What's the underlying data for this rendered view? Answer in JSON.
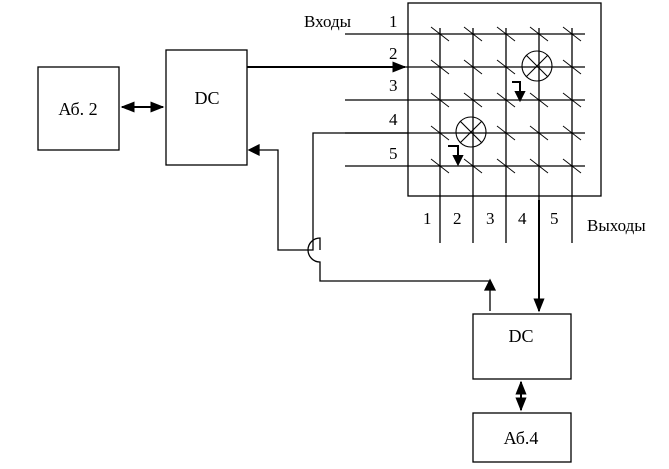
{
  "blocks": {
    "ab2": {
      "label": "Аб. 2"
    },
    "dc_left": {
      "label": "DC"
    },
    "dc_bottom": {
      "label": "DC"
    },
    "ab4": {
      "label": "Аб.4"
    }
  },
  "matrix": {
    "inputs_title": "Входы",
    "outputs_title": "Выходы",
    "input_labels": [
      "1",
      "2",
      "3",
      "4",
      "5"
    ],
    "output_labels": [
      "1",
      "2",
      "3",
      "4",
      "5"
    ]
  }
}
